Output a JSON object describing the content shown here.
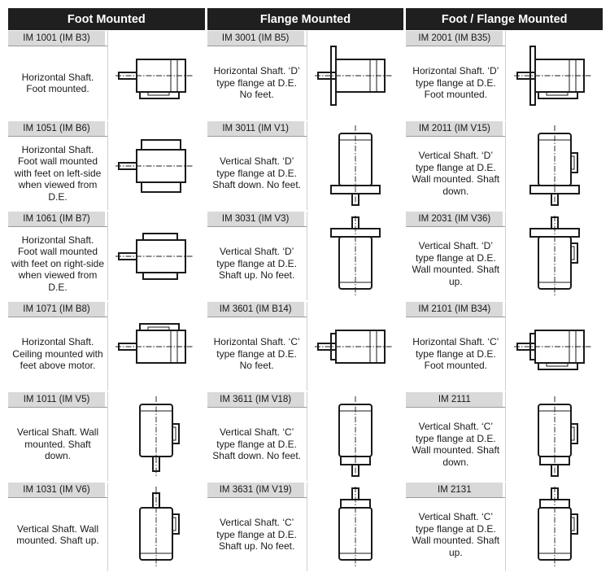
{
  "headers": [
    "Foot Mounted",
    "Flange Mounted",
    "Foot / Flange Mounted"
  ],
  "rows": [
    [
      {
        "code": "IM 1001 (IM B3)",
        "desc": "Horizontal Shaft. Foot mounted.",
        "icon": "motor-horizontal-feet-down-icon"
      },
      {
        "code": "IM 3001 (IM B5)",
        "desc": "Horizontal Shaft. ‘D’ type flange at D.E. No feet.",
        "icon": "motor-horizontal-d-flange-icon"
      },
      {
        "code": "IM 2001 (IM B35)",
        "desc": "Horizontal Shaft. ‘D’ type flange at D.E. Foot mounted.",
        "icon": "motor-horizontal-d-flange-feet-icon"
      }
    ],
    [
      {
        "code": "IM 1051 (IM B6)",
        "desc": "Horizontal Shaft. Foot wall mounted with feet on left-side when viewed from D.E.",
        "icon": "motor-wall-feet-left-icon"
      },
      {
        "code": "IM 3011 (IM V1)",
        "desc": "Vertical Shaft. ‘D’ type flange at D.E. Shaft down. No feet.",
        "icon": "motor-vertical-d-flange-shaft-down-icon"
      },
      {
        "code": "IM 2011 (IM V15)",
        "desc": "Vertical Shaft. ‘D’ type flange at D.E. Wall mounted. Shaft down.",
        "icon": "motor-vertical-d-flange-wall-shaft-down-icon"
      }
    ],
    [
      {
        "code": "IM 1061 (IM B7)",
        "desc": "Horizontal Shaft. Foot wall mounted with feet on right-side when viewed from D.E.",
        "icon": "motor-wall-feet-right-icon"
      },
      {
        "code": "IM 3031 (IM V3)",
        "desc": "Vertical Shaft. ‘D’ type flange at D.E. Shaft up. No feet.",
        "icon": "motor-vertical-d-flange-shaft-up-icon"
      },
      {
        "code": "IM 2031 (IM V36)",
        "desc": "Vertical Shaft. ‘D’ type flange at D.E. Wall mounted. Shaft up.",
        "icon": "motor-vertical-d-flange-wall-shaft-up-icon"
      }
    ],
    [
      {
        "code": "IM 1071 (IM B8)",
        "desc": "Horizontal Shaft. Ceiling mounted with feet above motor.",
        "icon": "motor-ceiling-feet-up-icon"
      },
      {
        "code": "IM 3601 (IM B14)",
        "desc": "Horizontal Shaft. ‘C’ type flange at D.E. No feet.",
        "icon": "motor-horizontal-c-flange-icon"
      },
      {
        "code": "IM 2101 (IM B34)",
        "desc": "Horizontal Shaft. ‘C’ type flange at D.E. Foot mounted.",
        "icon": "motor-horizontal-c-flange-feet-icon"
      }
    ],
    [
      {
        "code": "IM 1011 (IM V5)",
        "desc": "Vertical Shaft. Wall mounted. Shaft down.",
        "icon": "motor-vertical-wall-shaft-down-icon"
      },
      {
        "code": "IM 3611 (IM V18)",
        "desc": "Vertical Shaft. ‘C’ type flange at D.E. Shaft down. No feet.",
        "icon": "motor-vertical-c-flange-shaft-down-icon"
      },
      {
        "code": "IM 2111",
        "desc": "Vertical Shaft. ‘C’ type flange at D.E. Wall mounted. Shaft down.",
        "icon": "motor-vertical-c-flange-wall-shaft-down-icon"
      }
    ],
    [
      {
        "code": "IM 1031 (IM V6)",
        "desc": "Vertical Shaft. Wall mounted. Shaft up.",
        "icon": "motor-vertical-wall-shaft-up-icon"
      },
      {
        "code": "IM 3631 (IM V19)",
        "desc": "Vertical Shaft. ‘C’ type flange at D.E. Shaft up. No feet.",
        "icon": "motor-vertical-c-flange-shaft-up-icon"
      },
      {
        "code": "IM 2131",
        "desc": "Vertical Shaft. ‘C’ type flange at D.E. Wall mounted. Shaft up.",
        "icon": "motor-vertical-c-flange-wall-shaft-up-icon"
      }
    ]
  ]
}
